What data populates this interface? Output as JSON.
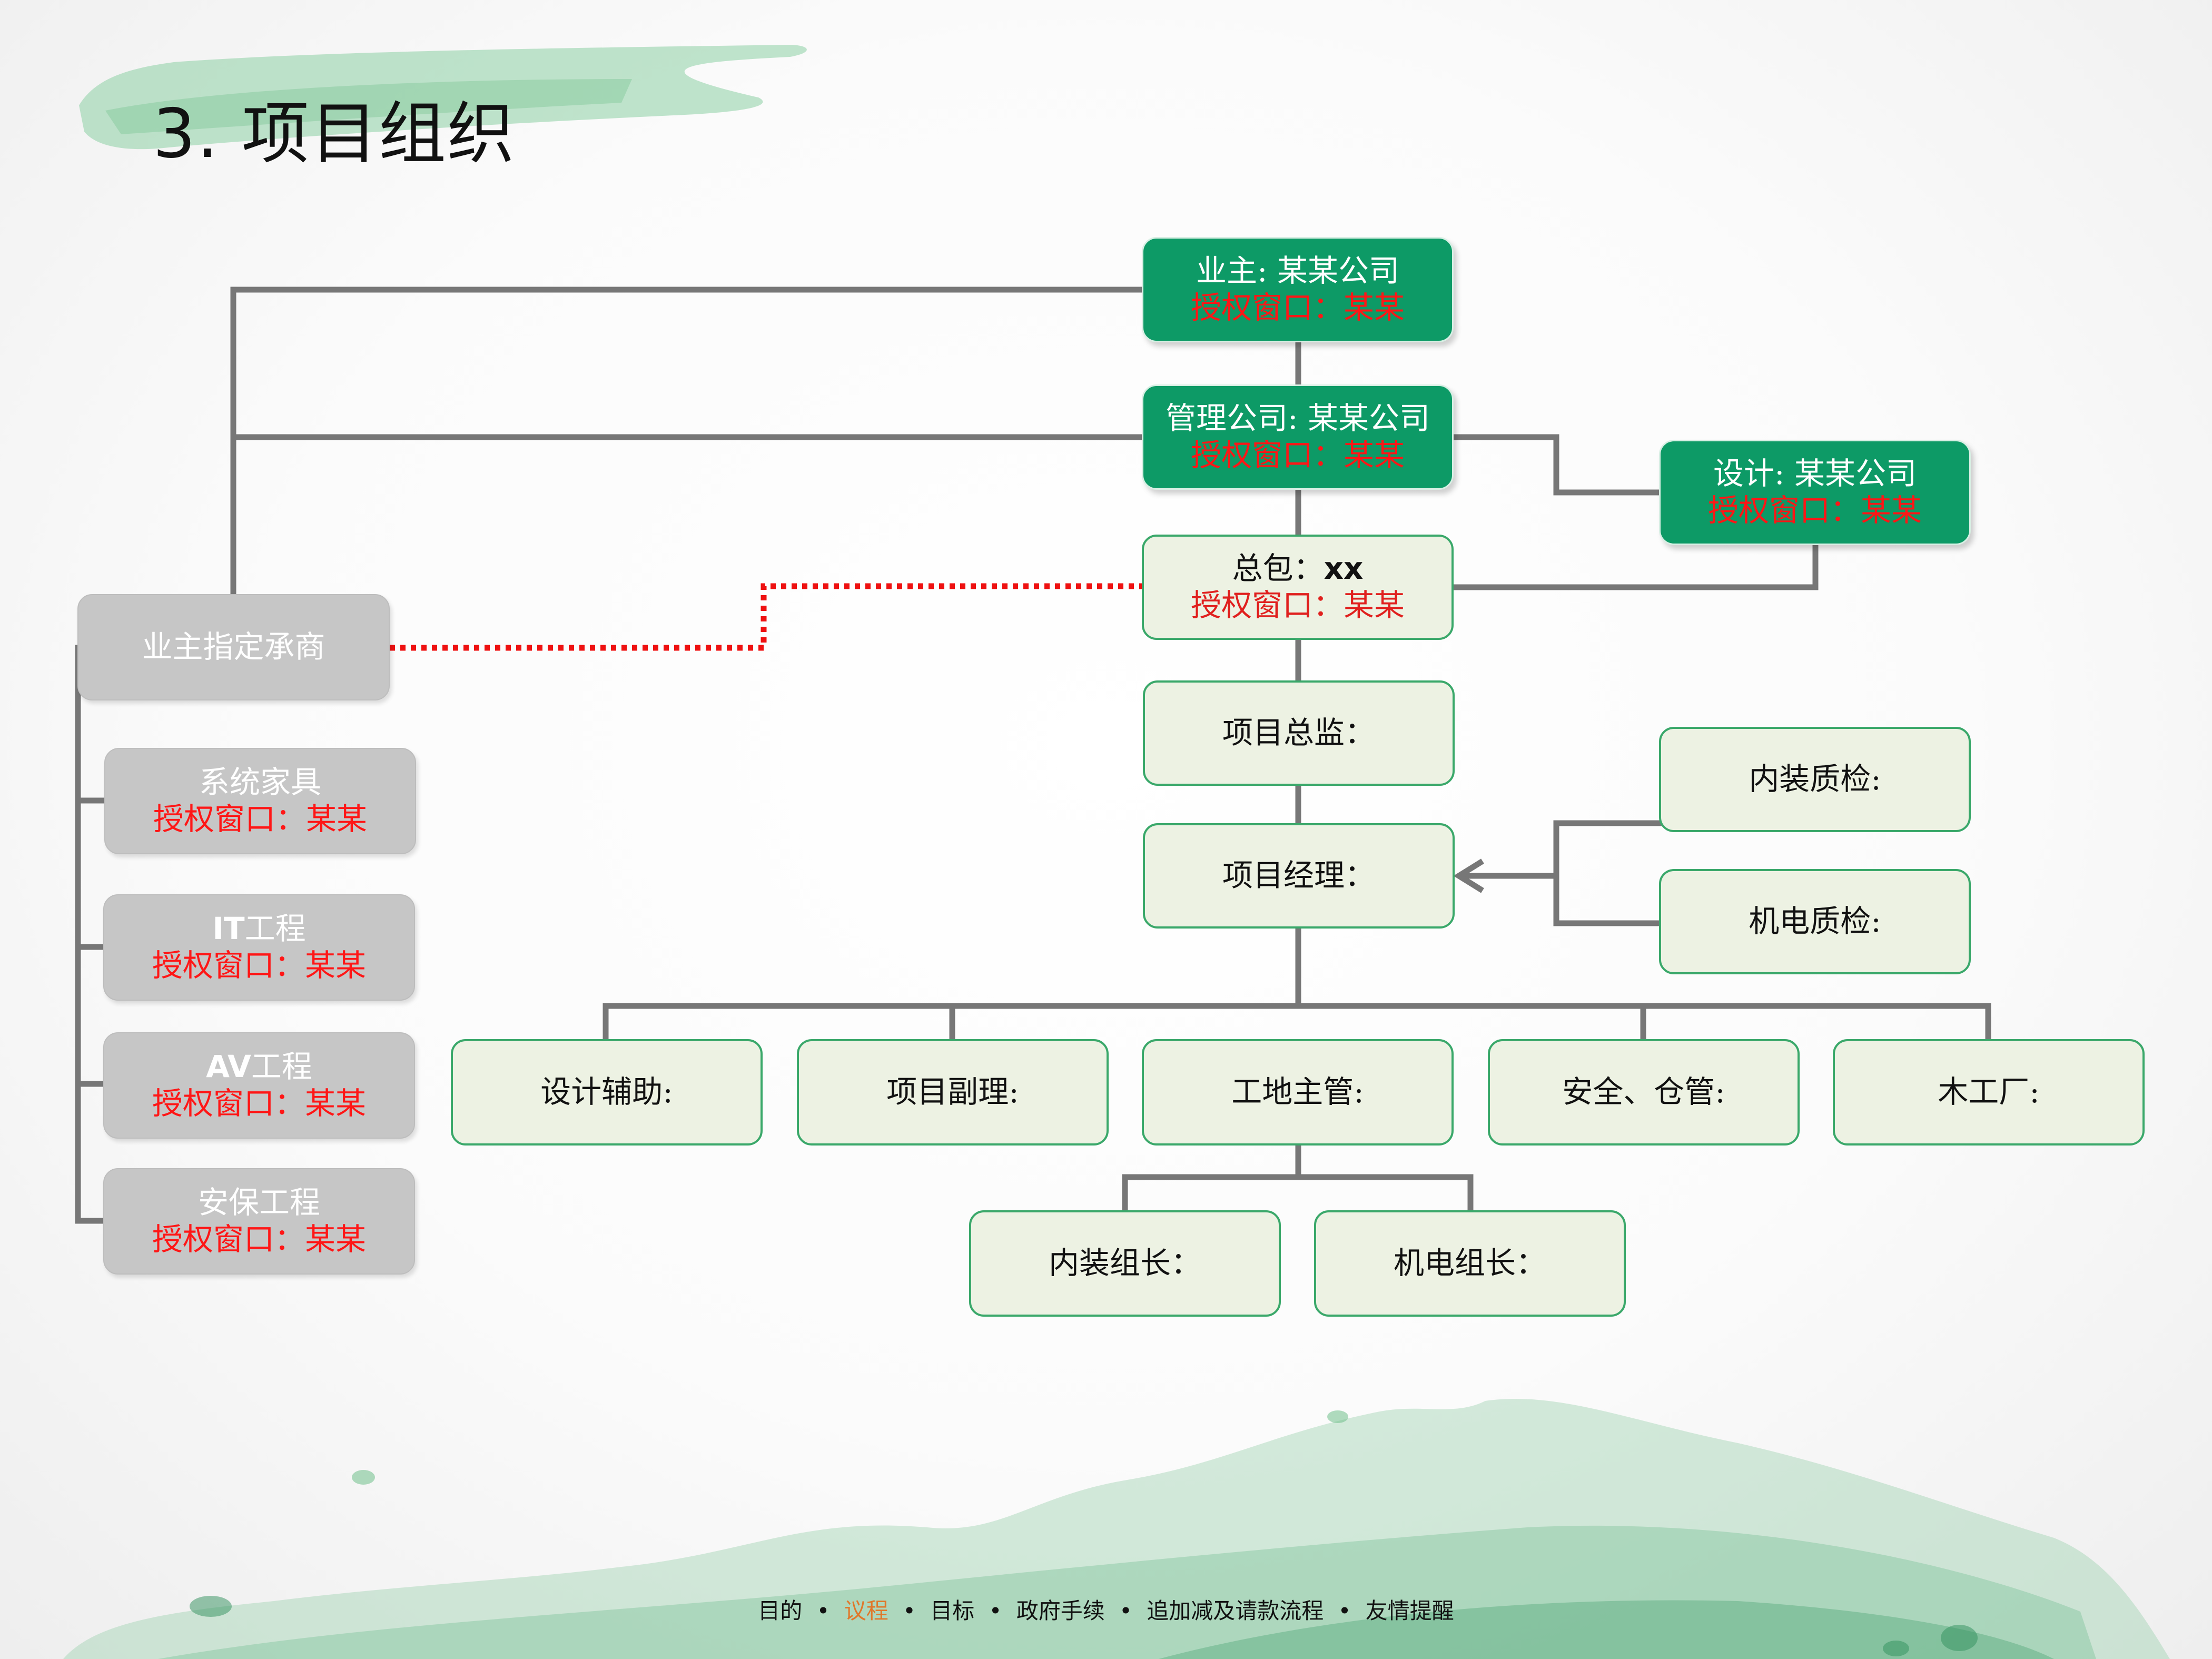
{
  "title": "3. 项目组织",
  "chart": {
    "owner": {
      "line1": "业主: 某某公司",
      "line2": "授权窗口：某某"
    },
    "management": {
      "line1": "管理公司: 某某公司",
      "line2": "授权窗口：某某"
    },
    "design": {
      "line1": "设计: 某某公司",
      "line2": "授权窗口：某某"
    },
    "contractor": {
      "line1a": "总包：",
      "line1b": "xx",
      "line2": "授权窗口：某某"
    },
    "director": "项目总监：",
    "manager": "项目经理：",
    "qc_interior": "内装质检:",
    "qc_mep": "机电质检:",
    "design_assist": "设计辅助:",
    "deputy_manager": "项目副理:",
    "site_supervisor": "工地主管:",
    "safety_warehouse": "安全、仓管:",
    "wood_factory": "木工厂:",
    "interior_leader": "内装组长：",
    "mep_leader": "机电组长：",
    "owner_contractor": "业主指定承商",
    "furniture": {
      "line1": "系统家具",
      "line2": "授权窗口：某某"
    },
    "it": {
      "line1a": "IT",
      "line1b": "工程",
      "line2": "授权窗口：某某"
    },
    "av": {
      "line1a": "AV",
      "line1b": "工程",
      "line2": "授权窗口：某某"
    },
    "security": {
      "line1": "安保工程",
      "line2": "授权窗口：某某"
    }
  },
  "footer": {
    "items": [
      "目的",
      "议程",
      "目标",
      "政府手续",
      "追加减及请款流程",
      "友情提醒"
    ],
    "separator": "•",
    "active_index": 1,
    "active_color": "#e0782a"
  },
  "colors": {
    "green_box": "#0d9a66",
    "light_box": "#edf2e3",
    "gray_box": "#c6c6c6",
    "connector": "#777777",
    "dotted_link": "#ee1111",
    "red_text": "#ff1616"
  }
}
